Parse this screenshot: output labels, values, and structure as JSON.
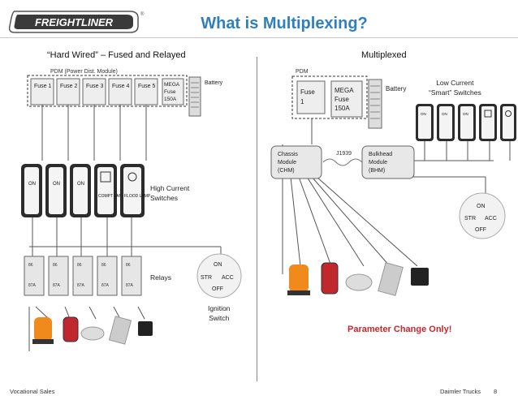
{
  "brand": "FREIGHTLINER",
  "title": "What is Multiplexing?",
  "left": {
    "heading": "“Hard Wired” – Fused and Relayed",
    "pdm_label": "PDM (Power Dist. Module)",
    "fuses": [
      "Fuse 1",
      "Fuse 2",
      "Fuse 3",
      "Fuse 4",
      "Fuse 5"
    ],
    "mega_fuse": [
      "MEGA",
      "Fuse",
      "150A"
    ],
    "battery": "Battery",
    "switches_label": [
      "High Current",
      "Switches"
    ],
    "relays_label": "Relays",
    "ignition_label": [
      "Ignition",
      "Switch"
    ],
    "switch_texts": [
      "ON",
      "ON",
      "ON",
      "COMPT LAMP",
      "FLOOD LAMP"
    ]
  },
  "right": {
    "heading": "Multiplexed",
    "pdm_label": "PDM",
    "fuse": [
      "Fuse",
      "1"
    ],
    "mega_fuse": [
      "MEGA",
      "Fuse",
      "150A"
    ],
    "battery": "Battery",
    "switches_label": [
      "Low Current",
      "“Smart” Switches"
    ],
    "chm": [
      "Chassis",
      "Module",
      "(CHM)"
    ],
    "bhm": [
      "Bulkhead",
      "Module",
      "(BHM)"
    ],
    "j1939": "J1939",
    "parameter_note": "Parameter Change Only!"
  },
  "ignition": {
    "on": "ON",
    "str": "STR",
    "acc": "ACC",
    "off": "OFF"
  },
  "footer": {
    "left": "Vocational Sales",
    "right": "Daimler Trucks",
    "page": "8"
  },
  "colors": {
    "title": "#2f7fbf",
    "note": "#c8262c",
    "lamp_orange": "#f08a1c",
    "lamp_red": "#c0282e"
  }
}
